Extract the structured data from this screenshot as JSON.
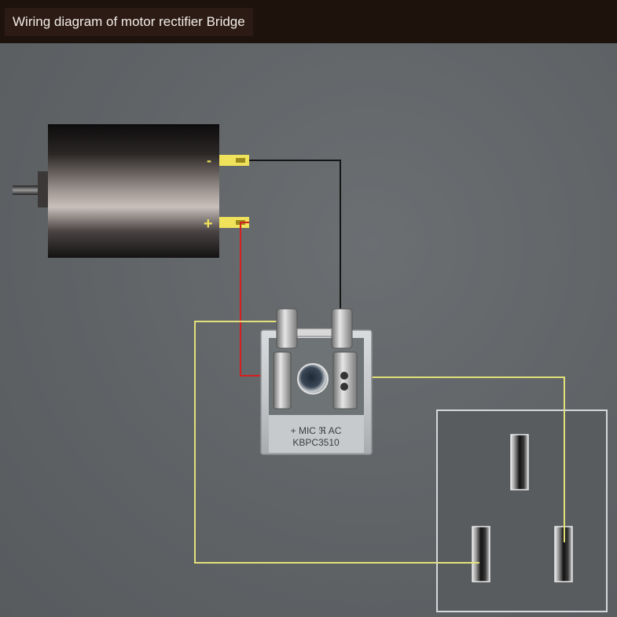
{
  "header": {
    "title": "Wiring diagram of motor rectifier Bridge"
  },
  "motor": {
    "minus_label": "-",
    "plus_label": "+"
  },
  "bridge": {
    "line1": "+ MIC ℜ AC",
    "line2": "KBPC3510"
  },
  "colors": {
    "header_bg": "#1e120d",
    "background": "#5f6366",
    "wire_black": "#151515",
    "wire_red": "#d42020",
    "wire_yellow": "#e3e07a",
    "terminal_yellow": "#f0e25a"
  },
  "icons": [
    "motor-icon",
    "rectifier-bridge-icon",
    "power-socket-icon"
  ]
}
